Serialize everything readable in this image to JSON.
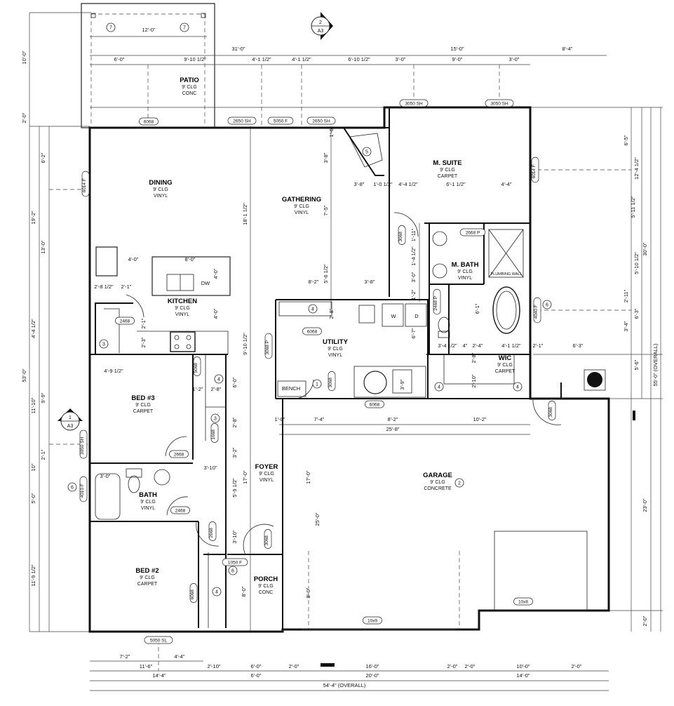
{
  "rooms": [
    {
      "name": "PATIO",
      "ceiling": "9' CLG",
      "floor": "CONC"
    },
    {
      "name": "DINING",
      "ceiling": "9' CLG",
      "floor": "VINYL"
    },
    {
      "name": "GATHERING",
      "ceiling": "9' CLG",
      "floor": "VINYL"
    },
    {
      "name": "M. SUITE",
      "ceiling": "9' CLG",
      "floor": "CARPET"
    },
    {
      "name": "KITCHEN",
      "ceiling": "9' CLG",
      "floor": "VINYL"
    },
    {
      "name": "M. BATH",
      "ceiling": "9' CLG",
      "floor": "VINYL"
    },
    {
      "name": "UTILITY",
      "ceiling": "9' CLG",
      "floor": "VINYL"
    },
    {
      "name": "WIC",
      "ceiling": "9' CLG",
      "floor": "CARPET"
    },
    {
      "name": "BED #3",
      "ceiling": "9' CLG",
      "floor": "CARPET"
    },
    {
      "name": "BATH",
      "ceiling": "9' CLG",
      "floor": "VINYL"
    },
    {
      "name": "FOYER",
      "ceiling": "9' CLG",
      "floor": "VINYL"
    },
    {
      "name": "GARAGE",
      "ceiling": "9' CLG",
      "floor": "CONCRETE"
    },
    {
      "name": "BED #2",
      "ceiling": "9' CLG",
      "floor": "CARPET"
    },
    {
      "name": "PORCH",
      "ceiling": "9' CLG",
      "floor": "CONC"
    }
  ],
  "dimensions": [
    "12'-0\"",
    "31'-0\"",
    "6'-0\"",
    "9'-10 1/2\"",
    "4'-1 1/2\"",
    "4'-1 1/2\"",
    "6'-10 1/2\"",
    "3'-0\"",
    "15'-0\"",
    "9'-0\"",
    "3'-0\"",
    "8'-4\"",
    "10'-0\"",
    "2'-0\"",
    "6'-2\"",
    "19'-2\"",
    "13'-0\"",
    "4'-4 1/2\"",
    "53'-0\"",
    "11'-10\"",
    "9'-9\"",
    "2'-1\"",
    "10\"",
    "5'-0\"",
    "11'-9 1/2\"",
    "18'-1 1/2\"",
    "9'-10 1/2\"",
    "17'-0\"",
    "4'-0\"",
    "8'-0\"",
    "4'-0\"",
    "2'-8 1/2\"",
    "2'-1\"",
    "2'-1\"",
    "4'-0\"",
    "2'-3\"",
    "1'-6\"",
    "3'-8\"",
    "7'-5\"",
    "5'-6 1/2\"",
    "3'-8\"",
    "1'-0 1/2\"",
    "4'-4 1/2\"",
    "6'-1 1/2\"",
    "4'-4\"",
    "8'-2\"",
    "3'-8\"",
    "2'-8\"",
    "1'-11\"",
    "1'-4 1/2\"",
    "3'-0\"",
    "1'-2\"",
    "6'-1\"",
    "6'-7\"",
    "3'-4 1/2\"",
    "4\"",
    "2'-4\"",
    "4'-1 1/2\"",
    "2'-1\"",
    "6'-3\"",
    "2'-8\"",
    "2'-10\"",
    "3'-9\"",
    "6'-5\"",
    "12'-4 1/2\"",
    "5'-11 1/2\"",
    "5'-10 1/2\"",
    "30'-0\"",
    "2'-11\"",
    "6'-3\"",
    "3'-4\"",
    "5'-6\"",
    "55'-0\" (OVERALL)",
    "23'-0\"",
    "2'-0\"",
    "1'-0\"",
    "7'-4\"",
    "8'-2\"",
    "10'-2\"",
    "25'-8\"",
    "17'-0\"",
    "25'-0\"",
    "8'-0\"",
    "4'-9 1/2\"",
    "1'-2\"",
    "2'-8\"",
    "6'-0\"",
    "2'-8\"",
    "3'-2\"",
    "3'-10\"",
    "5'-9 1/2\"",
    "3'-0\"",
    "3'-10\"",
    "8'-0\"",
    "7'-2\"",
    "4'-4\"",
    "11'-6\"",
    "2'-10\"",
    "6'-0\"",
    "2'-0\"",
    "14'-4\"",
    "6'-0\"",
    "16'-0\"",
    "2'-0\"",
    "2'-0\"",
    "10'-0\"",
    "2'-0\"",
    "20'-0\"",
    "14'-0\"",
    "54'-4\" (OVERALL)"
  ],
  "tags": [
    "6068",
    "2650 SH",
    "5050 F",
    "2650 SH",
    "3050 SH",
    "3050 SH",
    "6014 F",
    "6014 F",
    "3068",
    "2668 P",
    "2468 P",
    "4040 F",
    "2468",
    "6068",
    "3068 P",
    "3068",
    "6068",
    "3068",
    "5068",
    "1668",
    "2668",
    "3050 SH",
    "4010 F",
    "2468",
    "2668",
    "3068",
    "1050 F",
    "6068",
    "5050 SL",
    "10x9",
    "10x8"
  ],
  "keynotes": [
    "7",
    "7",
    "5",
    "4",
    "3",
    "4",
    "3",
    "1",
    "4",
    "4",
    "6",
    "6",
    "6",
    "4",
    "2"
  ],
  "section_markers": [
    {
      "number": "2",
      "sheet": "A3"
    },
    {
      "number": "1",
      "sheet": "A3"
    }
  ],
  "fixtures": {
    "dishwasher": "DW",
    "washer": "W",
    "dryer": "D",
    "bench": "BENCH",
    "plumbing_wall": "PLUMBING WALL"
  }
}
